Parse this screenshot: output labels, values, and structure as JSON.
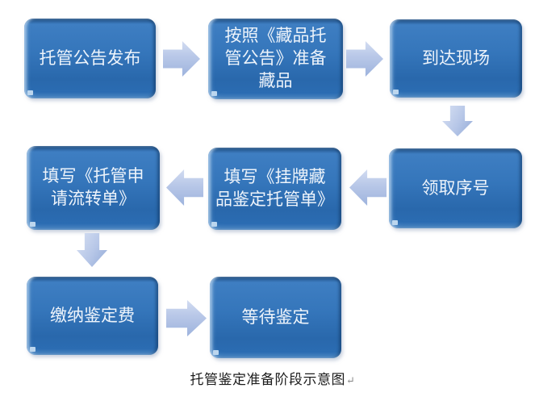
{
  "diagram": {
    "caption": {
      "text": "托管鉴定准备阶段示意图",
      "paragraph_mark": "↵"
    },
    "nodes": [
      {
        "label": "托管公告发布"
      },
      {
        "label": "按照《藏品托\n管公告》准备\n藏品"
      },
      {
        "label": "到达现场"
      },
      {
        "label": "领取序号"
      },
      {
        "label": "填写《挂牌藏\n品鉴定托管单》"
      },
      {
        "label": "填写《托管申\n请流转单》"
      },
      {
        "label": "缴纳鉴定费"
      },
      {
        "label": "等待鉴定"
      }
    ],
    "arrows": [
      {
        "direction": "right",
        "from": "托管公告发布",
        "to": "按照《藏品托管公告》准备藏品"
      },
      {
        "direction": "right",
        "from": "按照《藏品托管公告》准备藏品",
        "to": "到达现场"
      },
      {
        "direction": "down",
        "from": "到达现场",
        "to": "领取序号"
      },
      {
        "direction": "left",
        "from": "领取序号",
        "to": "填写《挂牌藏品鉴定托管单》"
      },
      {
        "direction": "left",
        "from": "填写《挂牌藏品鉴定托管单》",
        "to": "填写《托管申请流转单》"
      },
      {
        "direction": "down",
        "from": "填写《托管申请流转单》",
        "to": "缴纳鉴定费"
      },
      {
        "direction": "right",
        "from": "缴纳鉴定费",
        "to": "等待鉴定"
      }
    ],
    "colors": {
      "node_fill_top": "#3e7ec2",
      "node_fill_bottom": "#2968ac",
      "node_rim_dark": "#1d4b7e",
      "node_text": "#eef4fb",
      "arrow_fill": "#b9c8e8",
      "caption_text": "#1c1c1c",
      "background": "#ffffff"
    }
  }
}
